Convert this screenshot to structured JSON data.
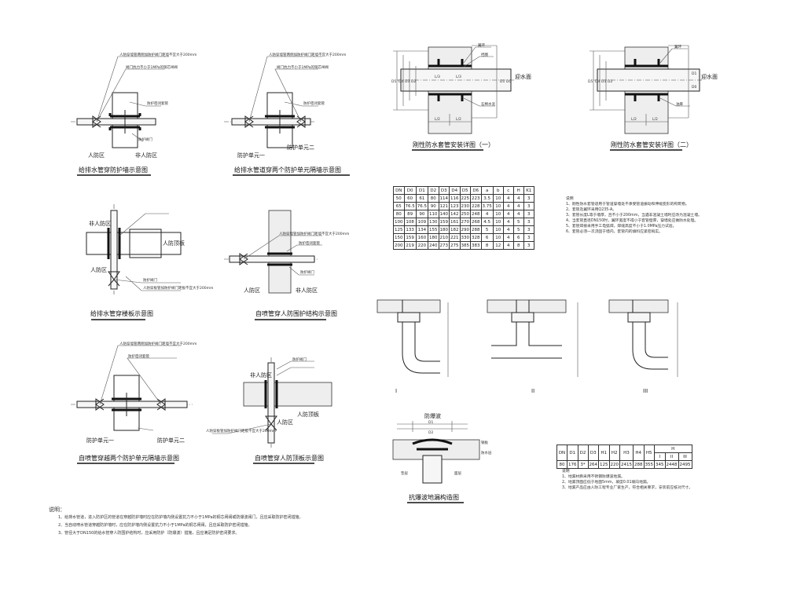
{
  "drawings": {
    "d1": {
      "title": "给排水管穿防护墙示意图",
      "left": "人防区",
      "right": "非人防区",
      "note1": "人防穿墙管两侧加防护阀门距墙不宜大于200mm",
      "note2": "阀门抗力不小于1MPa的铜芯闸阀",
      "note3": "防护密闭套管",
      "note4": "防护阀门"
    },
    "d2": {
      "title": "给排水管道穿两个防护单元隔墙示意图",
      "left": "防护单元一",
      "right": "防护单元二",
      "note1": "人防穿墙管两侧加防护阀门距墙不宜大于200mm",
      "note2": "阀门抗力不小于1MPa的铜芯闸阀",
      "note3": "防护密闭套管"
    },
    "d3": {
      "title": "给排水管穿楼板示意图",
      "upper": "非人防区",
      "lower": "人防区",
      "slab": "人防顶板",
      "note1": "防护阀门",
      "note2": "人防穿板管加防护阀门距板不宜大于200mm"
    },
    "d4": {
      "title": "自喷管穿人防围护结构示意图",
      "left": "人防区",
      "right": "非人防区",
      "note1": "人防穿墙管加防护阀门距墙不宜大于200mm",
      "note2": "防护密闭套管",
      "note3": "防护阀门"
    },
    "d5": {
      "title": "自喷管穿越两个防护单元隔墙示意图",
      "left": "防护单元一",
      "right": "防护单元二",
      "note1": "人防穿墙管两侧加防护阀门距墙不宜大于200mm",
      "note2": "防护密闭套管"
    },
    "d6": {
      "title": "自喷管穿人防顶板示意图",
      "upper": "非人防区",
      "lower": "人防区",
      "slab": "人防顶板",
      "note1": "防护阀门",
      "note2": "人防穿板管加防护阀门距板不宜大于200mm"
    },
    "d7": {
      "title": "刚性防水套管安装详图（一）",
      "water": "迎水面",
      "labels": [
        "D5",
        "D4",
        "D3",
        "D2",
        "D1",
        "D0",
        "L/2",
        "L/2",
        "L/3",
        "L/3"
      ],
      "note1": "翼环",
      "note2": "挡圈",
      "note3": "石棉水泥"
    },
    "d8": {
      "title": "刚性防水套管安装详图（二）",
      "water": "迎水面",
      "labels": [
        "D5",
        "D4",
        "D3",
        "D2",
        "D1",
        "D0",
        "L/2",
        "L/2"
      ],
      "note1": "翼环",
      "note2": "油麻"
    },
    "d9": {
      "title": "抗爆波地漏构造图",
      "top": "防爆波",
      "a": "钢板",
      "b": "防水层",
      "c": "垫层",
      "d": "面层",
      "dim": "D1",
      "dim2": "D2"
    },
    "views": [
      "I",
      "II",
      "III"
    ]
  },
  "table1": {
    "headers": [
      "DN",
      "D0",
      "D1",
      "D2",
      "D3",
      "D4",
      "D5",
      "D6",
      "a",
      "b",
      "c",
      "H",
      "K1"
    ],
    "rows": [
      [
        "50",
        "60",
        "61",
        "80",
        "114",
        "116",
        "225",
        "223",
        "3.5",
        "10",
        "4",
        "4",
        "3"
      ],
      [
        "65",
        "76.5",
        "76.5",
        "90",
        "121",
        "123",
        "230",
        "228",
        "3.75",
        "10",
        "4",
        "4",
        "3"
      ],
      [
        "80",
        "89",
        "90",
        "110",
        "140",
        "142",
        "250",
        "248",
        "4",
        "10",
        "4",
        "4",
        "3"
      ],
      [
        "100",
        "108",
        "109",
        "130",
        "159",
        "161",
        "270",
        "268",
        "4.5",
        "10",
        "4",
        "5",
        "3"
      ],
      [
        "125",
        "133",
        "134",
        "155",
        "180",
        "182",
        "290",
        "288",
        "5",
        "10",
        "4",
        "5",
        "3"
      ],
      [
        "150",
        "159",
        "160",
        "180",
        "210",
        "221",
        "330",
        "328",
        "6",
        "10",
        "4",
        "6",
        "3"
      ],
      [
        "200",
        "219",
        "220",
        "240",
        "273",
        "275",
        "385",
        "383",
        "8",
        "12",
        "4",
        "8",
        "3"
      ]
    ]
  },
  "table2": {
    "headers": [
      "DN",
      "D1",
      "D2",
      "D3",
      "H1",
      "H2",
      "H3",
      "H4",
      "H5"
    ],
    "h_group": "H",
    "h_sub": [
      "I",
      "II",
      "III"
    ],
    "row": [
      "80",
      "176",
      "3*",
      "264",
      "125",
      "220",
      "2415",
      "288",
      "355",
      "345",
      "2448",
      "2495"
    ]
  },
  "notes_sleeve": {
    "title": "说明",
    "items": [
      "1、刚性防水套管适用于管道穿墙处不承受管道振动和伸缩变形的构筑物。",
      "2、套管及翼环采用Q235-A。",
      "3、套管长度L等于墙厚，且不小于200mm，当遇非混凝土墙时应改为混凝土墙。",
      "4、当套管直径DN150时，翼环宽度不得小于套管壁厚，穿墙处应做防水处理。",
      "5、套管焊接采用手工电弧焊，焊缝高度不小于1.0MPa压力试验。",
      "6、套管必须一次浇固于墙内，套管内的填料应紧密捣实。"
    ]
  },
  "notes_drain": {
    "title": "说明",
    "items": [
      "1、地漏材质采用不锈钢防爆波地漏。",
      "2、地漏顶面应低于地面5mm，坡度0.01坡向地漏。",
      "3、地漏产品应由人防工程专业厂家生产，符合相关要求，安装前应核对尺寸。"
    ]
  },
  "notes_main": {
    "title": "说明：",
    "items": [
      "1、给排水管道，进入防护区的管道在穿越防护墙时应在防护墙内侧设置抗力不小于1MPa的铜芯闸阀或防爆波阀门，且应采取防护密闭措施。",
      "2、当自动喷水管道穿越防护墙时，应在防护墙内侧设置抗力不小于1MPa的铜芯闸阀，且应采取防护密闭措施。",
      "3、管径大于DN150的给水管穿人防围护结构时，应采用防护（防爆波）措施，且应满足防护密闭要求。"
    ]
  }
}
